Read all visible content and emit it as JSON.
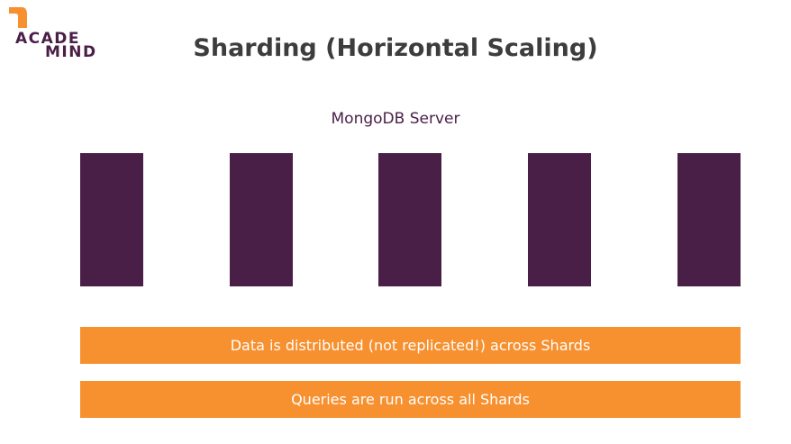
{
  "logo": {
    "line1": "ACADE",
    "line2": "MIND",
    "icon": "academind-logo-mark",
    "accent": "#f7902f"
  },
  "title": "Sharding (Horizontal Scaling)",
  "server_label": "MongoDB Server",
  "shards": [
    {
      "icon": "shard-block"
    },
    {
      "icon": "shard-block"
    },
    {
      "icon": "shard-block"
    },
    {
      "icon": "shard-block"
    },
    {
      "icon": "shard-block"
    }
  ],
  "banners": [
    "Data is distributed (not replicated!) across Shards",
    "Queries are run across all Shards"
  ],
  "colors": {
    "shard": "#4a1f47",
    "banner": "#f7902f",
    "title": "#3d3d3d",
    "banner_text": "#ffffff"
  }
}
